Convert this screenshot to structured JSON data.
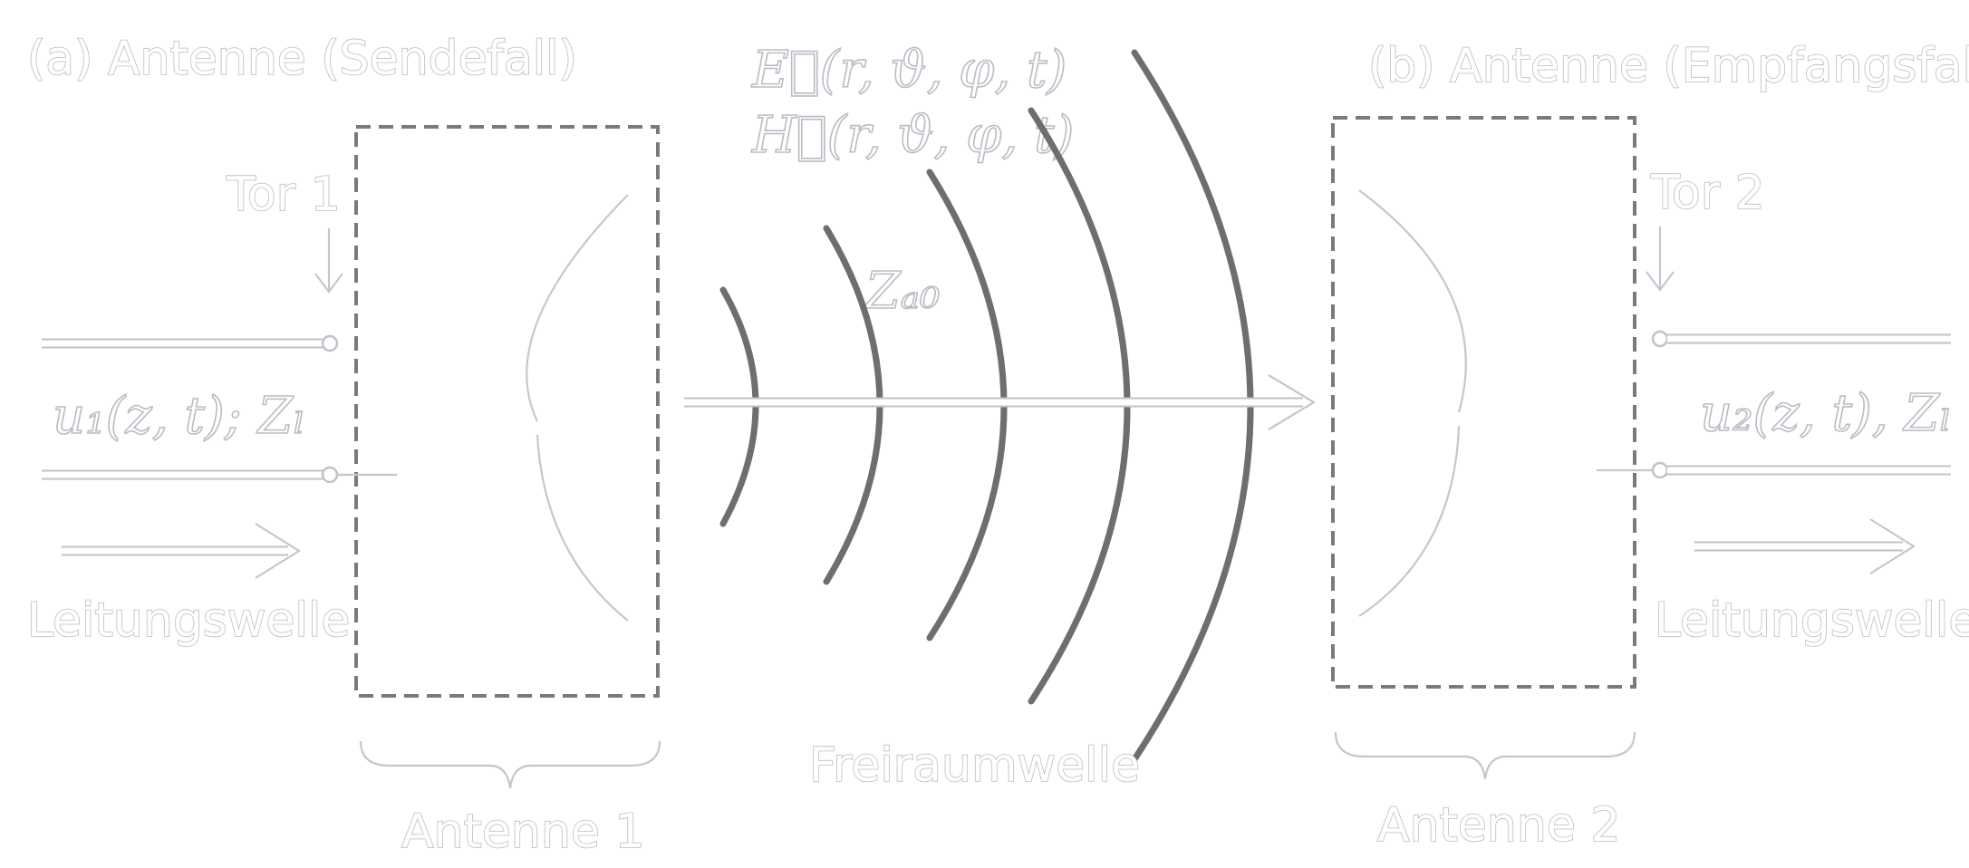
{
  "title_a": "(a) Antenne (Sendefall)",
  "title_b": "(b) Antenne (Empfangsfall)",
  "port1": "Tor 1",
  "port2": "Tor 2",
  "u1_label": "u₁(z, t); Zₗ",
  "u2_label": "u₂(z, t), Zₗ",
  "line_wave_left": "Leitungswelle",
  "line_wave_right": "Leitungswelle",
  "free_space_wave": "Freiraumwelle",
  "antenna1": "Antenne 1",
  "antenna2": "Antenne 2",
  "e_field": "E⃗(r, ϑ, φ, t)",
  "h_field": "H⃗(r, ϑ, φ, t)",
  "zf0": "Zₐ₀",
  "colors": {
    "box": "#7a7a7a",
    "wave": "#6e6e6e",
    "outline": "#b9bcc4"
  }
}
